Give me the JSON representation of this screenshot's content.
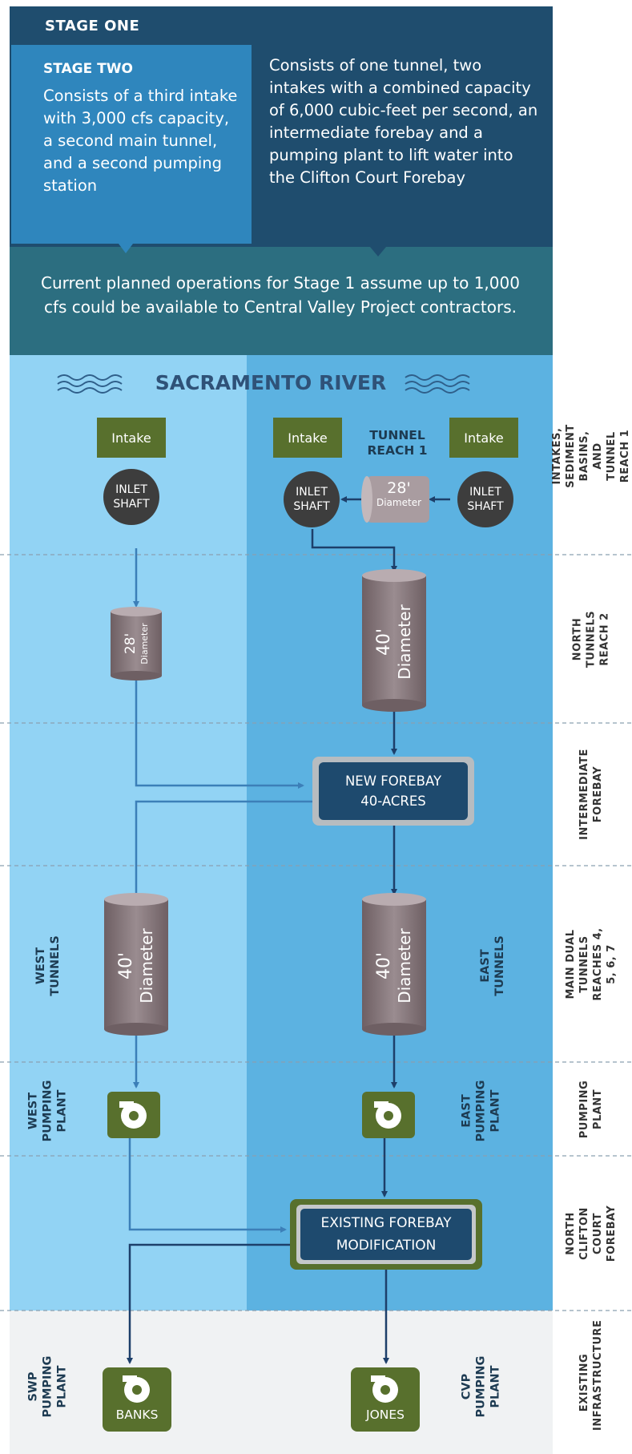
{
  "stage_one": {
    "title": "STAGE ONE",
    "body": "Consists of one tunnel, two intakes with a combined capacity of 6,000 cubic-feet per second, an intermediate forebay and a pumping plant to lift water into the Clifton Court Forebay"
  },
  "stage_two": {
    "title": "STAGE TWO",
    "body": "Consists of a third intake with 3,000 cfs capacity, a second main tunnel, and a second pumping station"
  },
  "operations_note": "Current planned operations for Stage 1 assume up to 1,000 cfs could be available to Central Valley Project contractors.",
  "river": "SACRAMENTO RIVER",
  "row_labels": [
    "INTAKES, SEDIMENT BASINS, AND TUNNEL REACH 1",
    "NORTH TUNNELS REACH 2",
    "INTERMEDIATE FOREBAY",
    "MAIN DUAL TUNNELS REACHES 4, 5, 6, 7",
    "PUMPING PLANT",
    "NORTH CLIFTON COURT FOREBAY",
    "EXISTING INFRASTRUCTURE"
  ],
  "nodes": {
    "intake_label": "Intake",
    "inlet_shaft_line1": "INLET",
    "inlet_shaft_line2": "SHAFT",
    "tunnel_reach1_line1": "TUNNEL",
    "tunnel_reach1_line2": "REACH 1",
    "dia_28": "28'",
    "dia_40": "40'",
    "diameter_word": "Diameter",
    "new_forebay_line1": "NEW FOREBAY",
    "new_forebay_line2": "40-ACRES",
    "existing_forebay_line1": "EXISTING FOREBAY",
    "existing_forebay_line2": "MODIFICATION",
    "west_tunnels": "WEST TUNNELS",
    "east_tunnels": "EAST TUNNELS",
    "west_pumping_plant": "WEST PUMPING PLANT",
    "east_pumping_plant": "EAST PUMPING PLANT",
    "swp_pumping_plant": "SWP PUMPING PLANT",
    "cvp_pumping_plant": "CVP PUMPING PLANT",
    "banks": "BANKS",
    "jones": "JONES"
  },
  "colors": {
    "stage_one": "#1f4d6e",
    "stage_two": "#2f86bd",
    "ops_band": "#2c6e80",
    "light_blue": "#8fd0f2",
    "mid_blue": "#5fb4e2",
    "olive": "#58702d",
    "navy": "#1e4a6e",
    "arrow": "#1d3f6a"
  }
}
